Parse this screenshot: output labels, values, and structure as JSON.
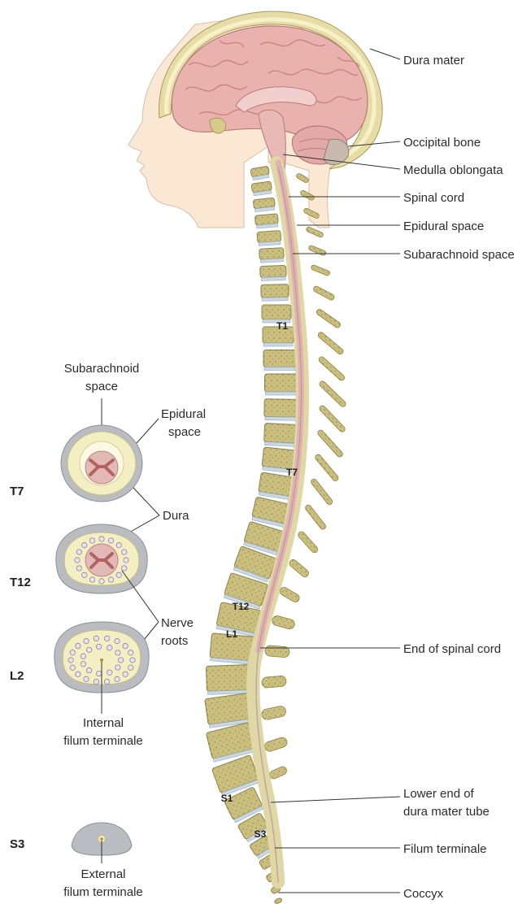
{
  "labels": {
    "dura_mater": "Dura mater",
    "occipital_bone": "Occipital bone",
    "medulla_oblongata": "Medulla oblongata",
    "spinal_cord": "Spinal cord",
    "epidural_space": "Epidural space",
    "subarachnoid_space": "Subarachnoid space",
    "end_of_spinal_cord": "End of spinal cord",
    "lower_end_dura_1": "Lower end of",
    "lower_end_dura_2": "dura mater tube",
    "filum_terminale": "Filum terminale",
    "coccyx": "Coccyx"
  },
  "vertebra_labels": {
    "t1": "T1",
    "t7": "T7",
    "t12": "T12",
    "l1": "L1",
    "s1": "S1",
    "s3": "S3"
  },
  "cross_sections": {
    "subarachnoid_1": "Subarachnoid",
    "subarachnoid_2": "space",
    "epidural_1": "Epidural",
    "epidural_2": "space",
    "dura": "Dura",
    "nerve_1": "Nerve",
    "nerve_2": "roots",
    "internal_1": "Internal",
    "internal_2": "filum terminale",
    "external_1": "External",
    "external_2": "filum terminale",
    "level_t7": "T7",
    "level_t12": "T12",
    "level_l2": "L2",
    "level_s3": "S3"
  },
  "colors": {
    "brain": "#e8b3b0",
    "brain_fold": "#c98a88",
    "bone": "#c9bd7e",
    "bone_dot": "#9c8f4a",
    "disc": "#c5d5e2",
    "dura": "#f3eec0",
    "cord": "#e2b4b6",
    "skin": "#fbe9d6",
    "cs_outer": "#b9bcc1",
    "cs_inner": "#f4f0c6"
  }
}
